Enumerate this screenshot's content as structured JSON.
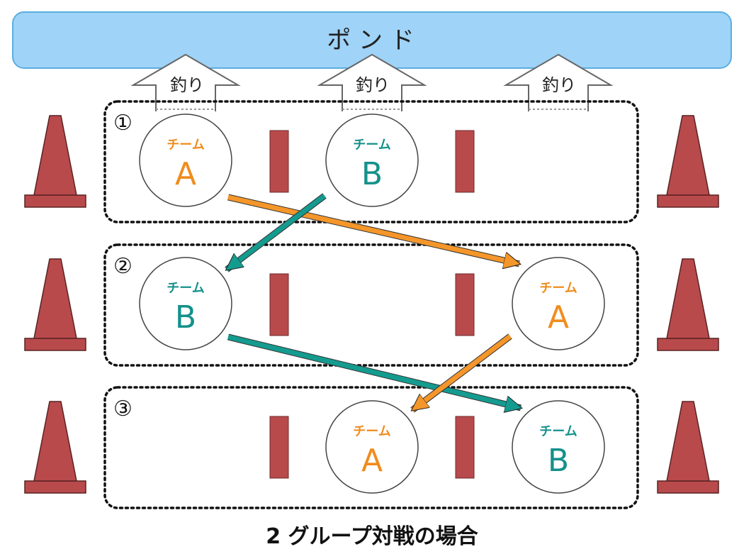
{
  "pond": {
    "label": "ポ ン ド"
  },
  "fishing_label": "釣り",
  "rows": [
    {
      "number": "①"
    },
    {
      "number": "②"
    },
    {
      "number": "③"
    }
  ],
  "team_prefix": "チーム",
  "teams": [
    {
      "row": 1,
      "column": 1,
      "letter": "A"
    },
    {
      "row": 1,
      "column": 2,
      "letter": "B"
    },
    {
      "row": 2,
      "column": 1,
      "letter": "B"
    },
    {
      "row": 2,
      "column": 3,
      "letter": "A"
    },
    {
      "row": 3,
      "column": 2,
      "letter": "A"
    },
    {
      "row": 3,
      "column": 3,
      "letter": "B"
    }
  ],
  "moves": [
    {
      "from": "1-1",
      "to": "2-3",
      "team": "A"
    },
    {
      "from": "1-2",
      "to": "2-1",
      "team": "B"
    },
    {
      "from": "2-1",
      "to": "3-3",
      "team": "B"
    },
    {
      "from": "2-3",
      "to": "3-2",
      "team": "A"
    }
  ],
  "caption": "2 グループ対戦の場合",
  "colors": {
    "pond_fill": "#9fd3f7",
    "pond_stroke": "#5aaee0",
    "team_a": "#f08c1e",
    "team_b": "#14918a",
    "arrow_a": "#f5962a",
    "arrow_b": "#149b8f",
    "divider": "#b84a4c",
    "cone": "#b84a4c"
  }
}
